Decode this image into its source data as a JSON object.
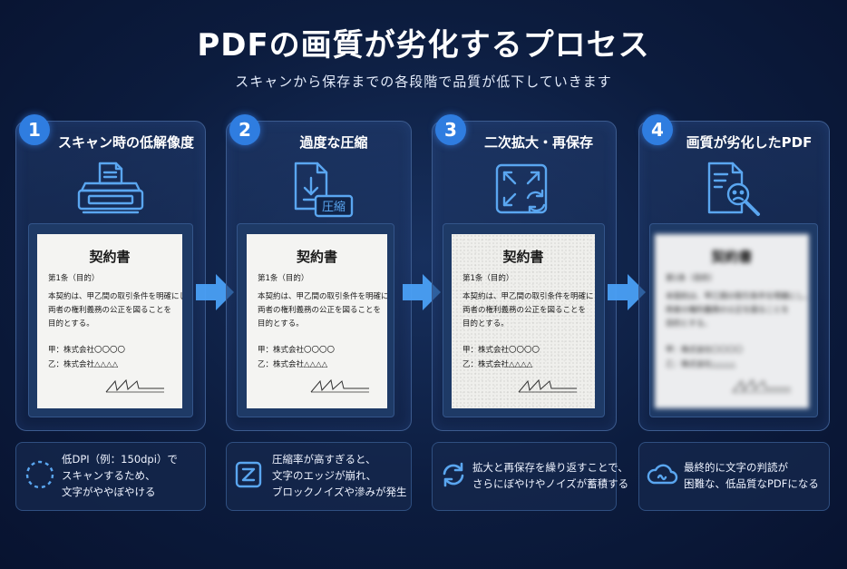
{
  "header": {
    "title": "PDFの画質が劣化するプロセス",
    "subtitle": "スキャンから保存までの各段階で品質が低下していきます"
  },
  "steps": [
    {
      "num": "1",
      "title": "スキャン時の低解像度",
      "icon": "scanner-icon",
      "note": [
        "低DPI（例：150dpi）で",
        "スキャンするため、",
        "文字がややぼやける"
      ],
      "note_icon": "dotted-circle-icon"
    },
    {
      "num": "2",
      "title": "過度な圧縮",
      "icon": "compressed-file-icon",
      "icon_label": "圧縮",
      "note": [
        "圧縮率が高すぎると、",
        "文字のエッジが崩れ、",
        "ブロックノイズや滲みが発生"
      ],
      "note_icon": "compress-z-icon"
    },
    {
      "num": "3",
      "title": "二次拡大・再保存",
      "icon": "expand-refresh-icon",
      "note": [
        "拡大と再保存を繰り返すことで、",
        "さらにぼやけやノイズが蓄積する"
      ],
      "note_icon": "refresh-icon"
    },
    {
      "num": "4",
      "title": "画質が劣化したPDF",
      "icon": "document-search-icon",
      "note": [
        "最終的に文字の判読が",
        "困難な、低品質なPDFになる"
      ],
      "note_icon": "cloud-icon"
    }
  ],
  "document": {
    "title": "契約書",
    "article": "第1条（目的）",
    "body": [
      "本契約は、甲乙間の取引条件を明確にし、",
      "両者の権利義務の公正を図ることを",
      "目的とする。"
    ],
    "party_a": "甲：株式会社〇〇〇〇",
    "party_b": "乙：株式会社△△△△"
  },
  "colors": {
    "accent": "#2f7de0",
    "icon": "#5aa6f0",
    "arrow": "#4aa0f5",
    "background": "#0c1c3e"
  }
}
